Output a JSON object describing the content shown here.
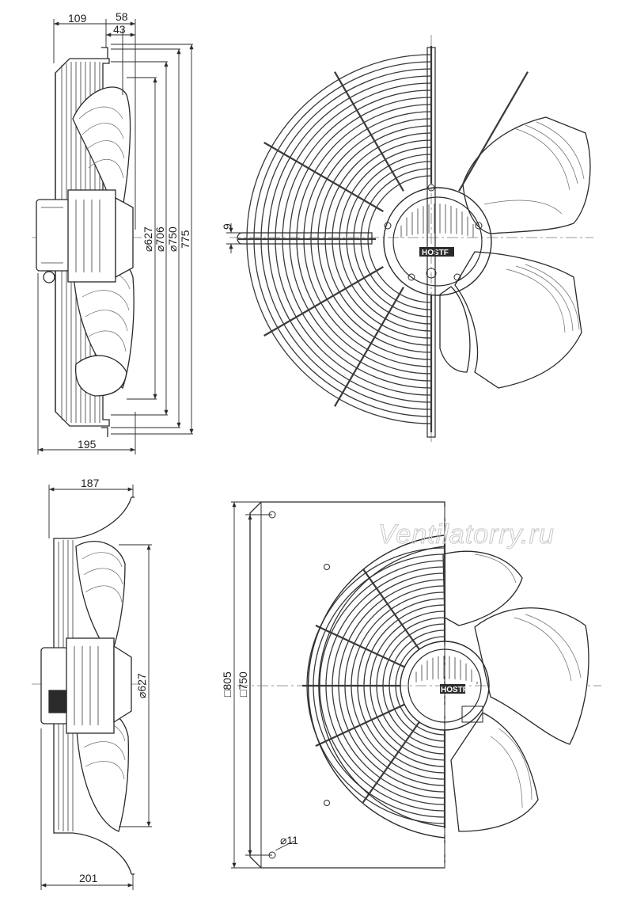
{
  "watermark": "Ventilatorry.ru",
  "brand_logo": "HOSTF",
  "views": {
    "side_top": {
      "dims": {
        "w109": "109",
        "w58": "58",
        "w43": "43",
        "d627": "⌀627",
        "d706": "⌀706",
        "d750": "⌀750",
        "d775": "775",
        "w195": "195"
      }
    },
    "front_top": {
      "dims": {
        "slot9": "9"
      }
    },
    "side_bottom": {
      "dims": {
        "w187": "187",
        "d627": "⌀627",
        "w201": "201"
      }
    },
    "front_bottom": {
      "dims": {
        "sq805": "□805",
        "sq750": "□750",
        "hole11": "⌀11"
      }
    }
  }
}
